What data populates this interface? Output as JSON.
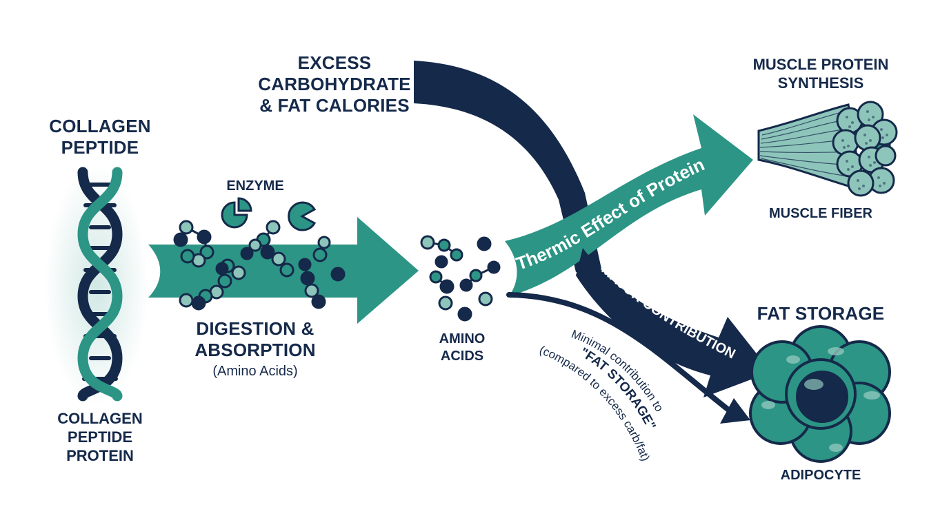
{
  "colors": {
    "teal": "#2c9585",
    "teal_light": "#8ec5bb",
    "navy": "#15294a",
    "white": "#ffffff"
  },
  "collagen": {
    "title_line1": "COLLAGEN",
    "title_line2": "PEPTIDE",
    "caption_line1": "COLLAGEN",
    "caption_line2": "PEPTIDE",
    "caption_line3": "PROTEIN"
  },
  "digestion": {
    "enzyme_label": "ENZYME",
    "title_line1": "DIGESTION &",
    "title_line2": "ABSORPTION",
    "subtitle": "(Amino Acids)"
  },
  "amino": {
    "line1": "AMINO",
    "line2": "ACIDS"
  },
  "excess": {
    "line1": "EXCESS",
    "line2": "CARBOHYDRATE",
    "line3": "& FAT CALORIES"
  },
  "thermic_label": "Thermic Effect of Protein",
  "major_label": "MAJOR CONTRIBUTION",
  "minimal": {
    "line1": "Minimal contribution to",
    "line2": "\"FAT STORAGE\"",
    "line3": "(compared to excess carb/fat)"
  },
  "muscle": {
    "title_line1": "MUSCLE PROTEIN",
    "title_line2": "SYNTHESIS",
    "caption": "MUSCLE FIBER"
  },
  "fat": {
    "title": "FAT STORAGE",
    "caption": "ADIPOCYTE"
  }
}
